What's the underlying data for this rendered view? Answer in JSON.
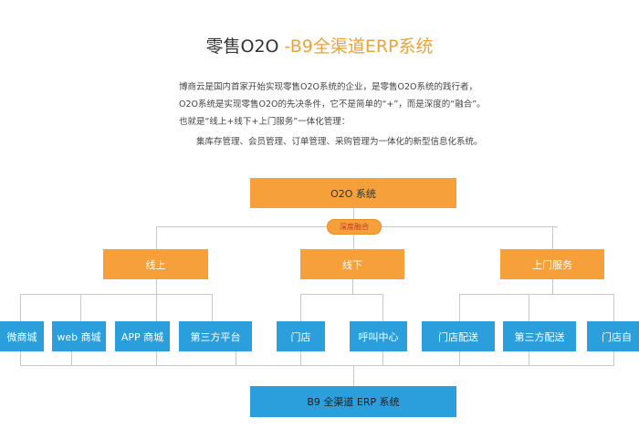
{
  "title": {
    "part1": "零售O2O",
    "part2": " -B9全渠道ERP系统"
  },
  "paragraph": [
    "博商云是国内首家开始实现零售O2O系统的企业，是零售O2O系统的践行者，",
    "O2O系统是实现零售O2O的先决条件，它不是简单的“+”，而是深度的“融合”。",
    "也就是“线上+线下+上门服务”一体化管理：",
    "　　集库存管理、会员管理、订单管理、采购管理为一体化的新型信息化系统。"
  ],
  "diagram": {
    "root": "O2O 系统",
    "connector_label": "深度融合",
    "groups": [
      {
        "label": "线上",
        "items": [
          "微商城",
          "web 商城",
          "APP 商城",
          "第三方平台"
        ]
      },
      {
        "label": "线下",
        "items": [
          "门店",
          "呼叫中心"
        ]
      },
      {
        "label": "上门服务",
        "items": [
          "门店配送",
          "第三方配送",
          "门店自"
        ]
      }
    ],
    "bottom": "B9 全渠道 ERP 系统",
    "colors": {
      "orange": "#f5a03a",
      "blue": "#2a9fdc",
      "title_accent": "#e8a33a"
    }
  }
}
